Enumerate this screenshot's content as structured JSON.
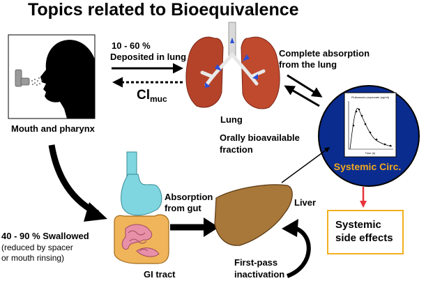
{
  "title": "Topics related to Bioequivalence",
  "mouth": {
    "label": "Mouth and pharynx"
  },
  "lung_deposit": {
    "line1": "10 - 60 %",
    "line2": "Deposited in lung"
  },
  "clearance": {
    "main": "Cl",
    "sub": "muc"
  },
  "lung": {
    "label": "Lung"
  },
  "lung_absorption": {
    "line1": "Complete absorption",
    "line2": "from the lung"
  },
  "systemic": {
    "label": "Systemic Circ.",
    "plot_title": "Fluticasone propionate (ng/ml)",
    "plot_xlabel": "Time (h)"
  },
  "oral": {
    "line1": "Orally bioavailable",
    "line2": "fraction"
  },
  "liver": {
    "label": "Liver"
  },
  "side_effects": {
    "line1": "Systemic",
    "line2": "side effects"
  },
  "gut_absorption": {
    "line1": "Absorption",
    "line2": "from gut"
  },
  "swallowed": {
    "line1": "40 - 90 % Swallowed",
    "line2": "(reduced by spacer",
    "line3": "or mouth rinsing)"
  },
  "gi": {
    "label": "GI tract"
  },
  "first_pass": {
    "line1": "First-pass",
    "line2": "inactivation"
  },
  "colors": {
    "lung": "#b5432a",
    "circle": "#0a2c8f",
    "circle_text": "#f2a81d",
    "box_border": "#f2b01d",
    "liver": "#a8773a",
    "stomach": "#7fd6e0",
    "intestine": "#f0b45a",
    "arrow_red": "#e8333a"
  }
}
